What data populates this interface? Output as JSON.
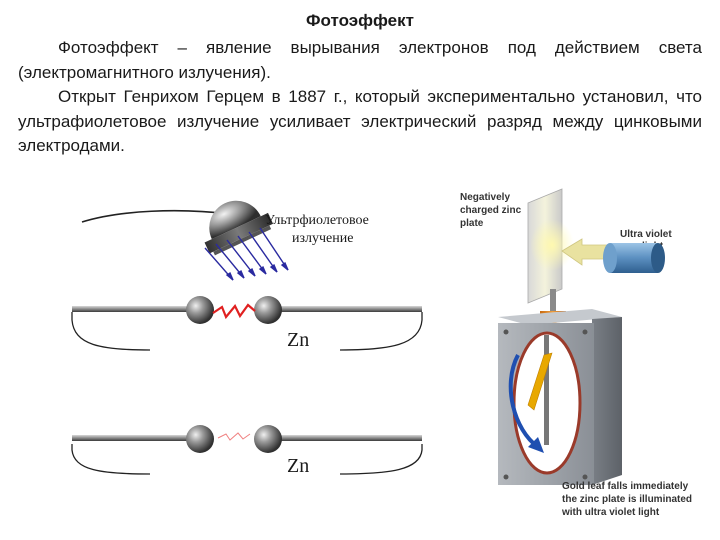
{
  "title": "Фотоэффект",
  "paragraphs": [
    "Фотоэффект – явление вырывания электронов под действием света (электромагнитного излучения).",
    "Открыт Генрихом Герцем в 1887 г., который экспериментально установил, что ультрафиолетовое излучение усиливает электрический разряд между цинковыми электродами."
  ],
  "left_figure": {
    "uv_label_line1": "Ультрфиолетовое",
    "uv_label_line2": "излучение",
    "electrode_label_top": "Zn",
    "electrode_label_bottom": "Zn"
  },
  "right_figure": {
    "plate_label_line1": "Negatively",
    "plate_label_line2": "charged zinc",
    "plate_label_line3": "plate",
    "lamp_label_line1": "Ultra violet",
    "lamp_label_line2": "light",
    "caption_line1": "Gold leaf falls immediately",
    "caption_line2": "the zinc plate is illuminated",
    "caption_line3": "with ultra violet light"
  },
  "colors": {
    "spark_red": "#e02020",
    "uv_arrow_blue": "#2a2aa0",
    "gold_leaf": "#e8a800",
    "lamp_blue": "#5b8fc0",
    "electroscope_grey": "#8a8f96",
    "arrow_blue": "#1f4fb0"
  }
}
